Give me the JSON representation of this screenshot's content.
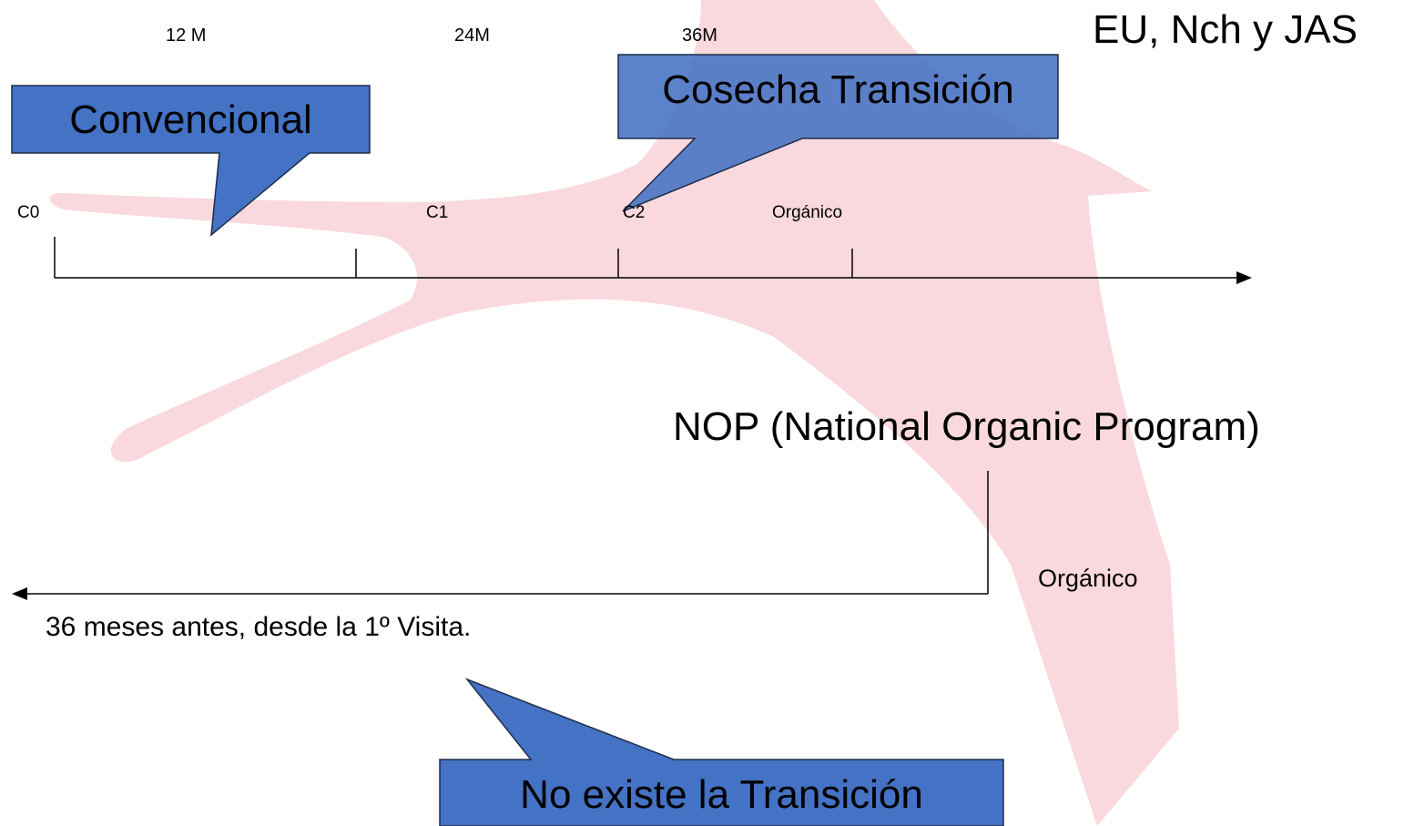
{
  "header": {
    "title": "EU, Nch y JAS"
  },
  "top_timeline": {
    "month_labels": [
      "12 M",
      "24M",
      "36M"
    ],
    "milestones": [
      "C0",
      "C1",
      "C2",
      "Orgánico"
    ]
  },
  "callouts": {
    "convencional": "Convencional",
    "cosecha_transicion": "Cosecha Transición",
    "no_transicion": "No existe la Transición"
  },
  "nop": {
    "title": "NOP (National Organic Program)",
    "organic_label": "Orgánico",
    "period_text": "36 meses antes, desde la 1º Visita."
  },
  "colors": {
    "callout_fill": "#4472C4",
    "bird_watermark": "#F9D9DD",
    "line": "#000000"
  }
}
